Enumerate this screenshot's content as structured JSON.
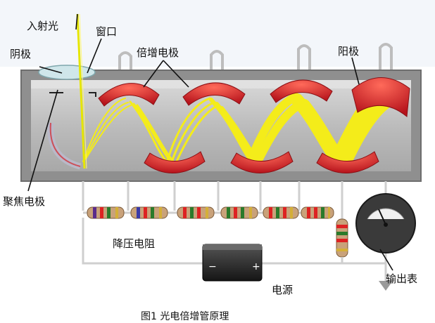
{
  "labels": {
    "incident_light": "入射光",
    "window": "窗口",
    "cathode": "阴极",
    "dynode": "倍增电极",
    "anode": "阳极",
    "focus_electrode": "聚焦电极",
    "divider_resistors": "降压电阻",
    "power_supply": "电源",
    "meter": "输出表"
  },
  "caption": "图1 光电倍增管原理",
  "colors": {
    "tube_frame": "#9a9a9a",
    "tube_inner": "#c8c8c8",
    "dynode_red": "#d8232a",
    "electron_yellow": "#f4ec1a",
    "wire": "#cfcfcf",
    "meter_dark": "#3a3a3a"
  }
}
